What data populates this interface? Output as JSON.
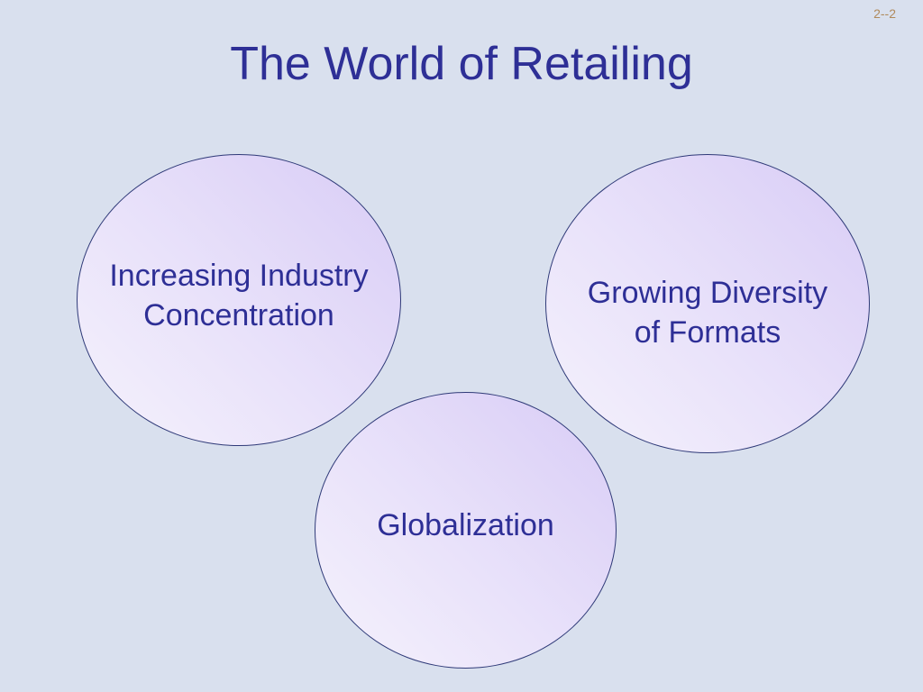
{
  "page_number": "2--2",
  "title": "The World of Retailing",
  "bubbles": [
    {
      "label": "Increasing Industry\nConcentration"
    },
    {
      "label": "Growing Diversity\nof Formats"
    },
    {
      "label": "Globalization"
    }
  ],
  "colors": {
    "background": "#d9e0ee",
    "title_text": "#2e2f96",
    "bubble_outline": "#2f3a78",
    "bubble_fill_light": "#f5f2fc",
    "bubble_fill_dark": "#d8ccf6",
    "page_number_text": "#b08a5c"
  }
}
